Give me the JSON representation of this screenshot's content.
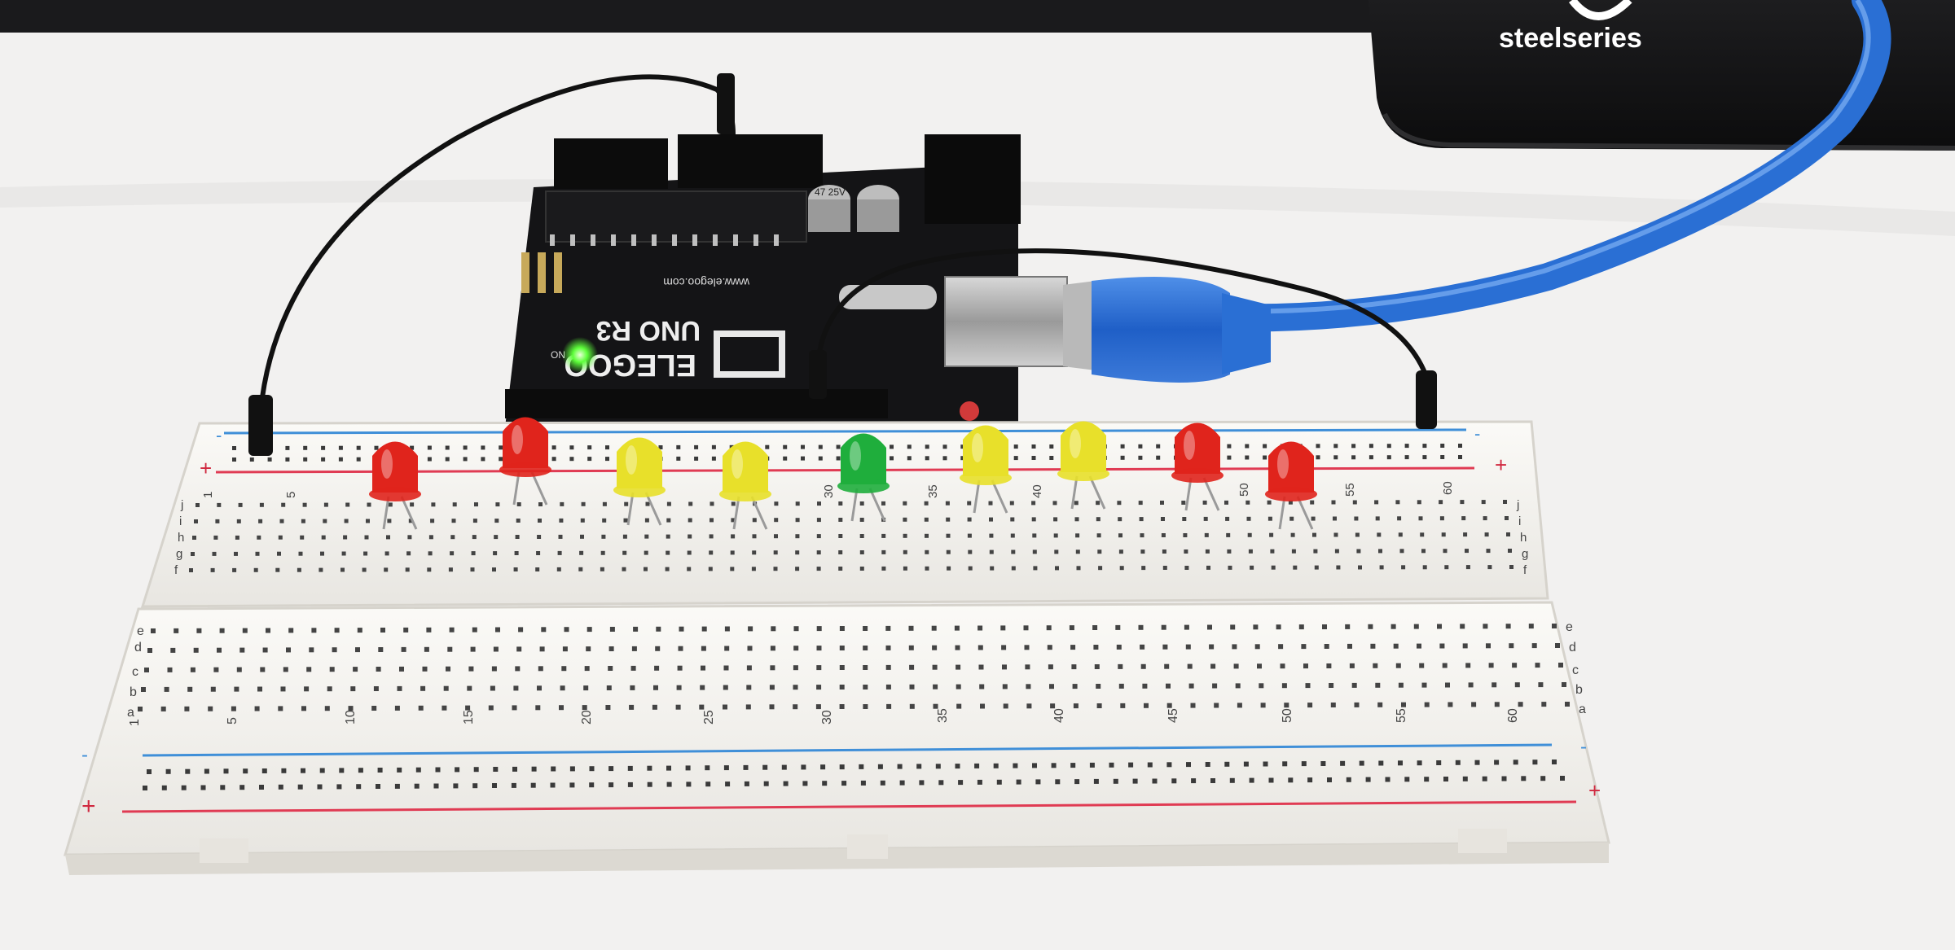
{
  "desk": {
    "mousepad_brand": "steelseries"
  },
  "arduino": {
    "brand": "ELEGOO",
    "model": "UNO R3",
    "website": "www.elegoo.com",
    "on_label": "ON",
    "capacitor_label": "47 25V",
    "power_led_color": "#5dff3a"
  },
  "breadboard": {
    "row_letters_top": [
      "f",
      "g",
      "h",
      "i",
      "j"
    ],
    "row_letters_bottom": [
      "a",
      "b",
      "c",
      "d",
      "e"
    ],
    "column_numbers": [
      "1",
      "5",
      "10",
      "15",
      "20",
      "25",
      "30",
      "35",
      "40",
      "45",
      "50",
      "55",
      "60"
    ],
    "rail_plus": "+",
    "rail_minus": "-"
  },
  "leds": [
    {
      "color": "red",
      "fill": "#e0241c"
    },
    {
      "color": "red",
      "fill": "#e0241c"
    },
    {
      "color": "yellow",
      "fill": "#e8e02a"
    },
    {
      "color": "yellow",
      "fill": "#e8e02a"
    },
    {
      "color": "green",
      "fill": "#1fae3c"
    },
    {
      "color": "yellow",
      "fill": "#e8e02a"
    },
    {
      "color": "yellow",
      "fill": "#e8e02a"
    },
    {
      "color": "red",
      "fill": "#e0241c"
    },
    {
      "color": "red",
      "fill": "#e0241c"
    }
  ],
  "cables": {
    "usb_color": "#2a6fd4",
    "jumper_color": "#111111"
  }
}
